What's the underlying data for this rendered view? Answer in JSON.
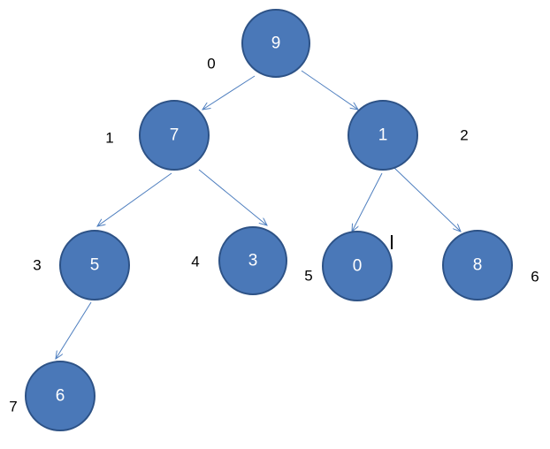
{
  "nodes": [
    {
      "id": "n0",
      "value": "9",
      "index": "0"
    },
    {
      "id": "n1",
      "value": "7",
      "index": "1"
    },
    {
      "id": "n2",
      "value": "1",
      "index": "2"
    },
    {
      "id": "n3",
      "value": "5",
      "index": "3"
    },
    {
      "id": "n4",
      "value": "3",
      "index": "4"
    },
    {
      "id": "n5",
      "value": "0",
      "index": "5"
    },
    {
      "id": "n6",
      "value": "8",
      "index": "6"
    },
    {
      "id": "n7",
      "value": "6",
      "index": "7"
    }
  ],
  "edges": [
    {
      "from": "n0",
      "to": "n1"
    },
    {
      "from": "n0",
      "to": "n2"
    },
    {
      "from": "n1",
      "to": "n3"
    },
    {
      "from": "n1",
      "to": "n4"
    },
    {
      "from": "n2",
      "to": "n5"
    },
    {
      "from": "n2",
      "to": "n6"
    },
    {
      "from": "n3",
      "to": "n7"
    }
  ],
  "colors": {
    "node_fill": "#4a78b8",
    "node_stroke": "#2d5286",
    "edge": "#4f7fbf"
  }
}
